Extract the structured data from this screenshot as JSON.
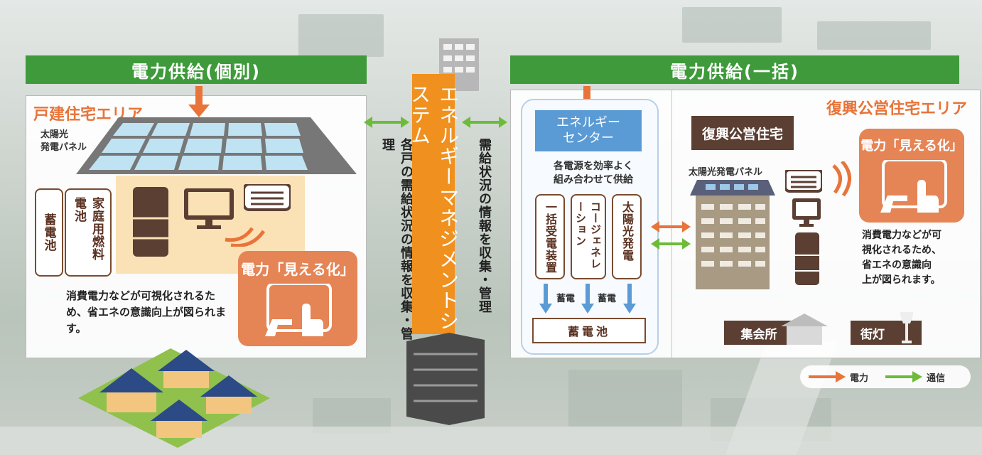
{
  "supply_individual": "電力供給(個別)",
  "supply_bulk": "電力供給(一括)",
  "left": {
    "area_title": "戸建住宅エリア",
    "solar_label": "太陽光\n発電パネル",
    "battery": "蓄電池",
    "fuel_cell": "家庭用燃料電池",
    "viz_title": "電力「見える化」",
    "desc": "消費電力などが可視化されるため、省エネの意識向上が図られます。"
  },
  "middle": {
    "left_label": "各戸の需給状況の情報を収集・管理",
    "ems": "エネルギーマネジメントシステム",
    "right_label": "需給状況の情報を収集・管理"
  },
  "center": {
    "energy_center": "エネルギー\nセンター",
    "combine_text": "各電源を効率よく\n組み合わせて供給",
    "bulk_receiving": "一括受電装置",
    "cogeneration": "コージェネレーション",
    "solar_power": "太陽光発電",
    "charge1": "蓄電",
    "charge2": "蓄電",
    "battery": "蓄電池"
  },
  "right": {
    "area_title": "復興公営住宅エリア",
    "housing_box": "復興公営住宅",
    "solar_label": "太陽光発電パネル",
    "viz_title": "電力「見える化」",
    "desc": "消費電力などが可\n視化されるため、\n省エネの意識向\n上が図られます。",
    "meeting_hall": "集会所",
    "street_light": "街灯"
  },
  "legend": {
    "power": "電力",
    "comm": "通信"
  },
  "colors": {
    "green": "#3e9a3a",
    "orange": "#e8743a",
    "ems_orange": "#f0901e",
    "brown": "#5b3f33",
    "blue": "#5b9bd5"
  }
}
